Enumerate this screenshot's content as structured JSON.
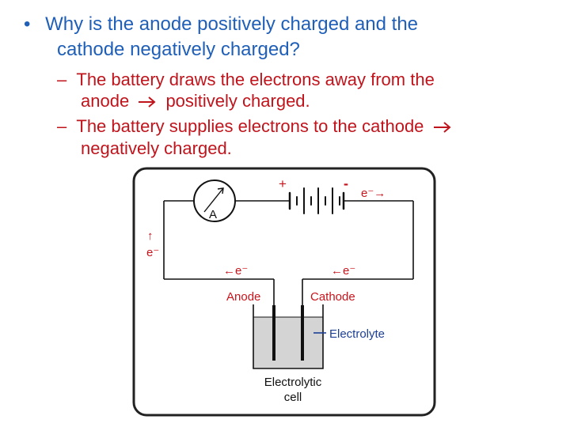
{
  "slide": {
    "bullet": "•",
    "question_line1": "Why is the anode positively charged and the",
    "question_line2": "cathode negatively charged?",
    "dash": "–",
    "answer1_line1": "The battery draws the electrons away from the",
    "answer1_line2": "anode",
    "answer1_line2_rest": "positively charged.",
    "answer2_line1": "The battery supplies electrons to the cathode",
    "answer2_line2": "negatively charged.",
    "accent_blue": "#1f5fb8",
    "accent_red": "#c0141c"
  },
  "diagram": {
    "ammeter_label": "A",
    "battery_plus": "+",
    "battery_minus": "-",
    "electron_top": "e⁻→",
    "electron_left_arrow": "↑",
    "electron_left": "e⁻",
    "electron_mid_left": "←e⁻",
    "electron_mid_right": "←e⁻",
    "anode_label": "Anode",
    "cathode_label": "Cathode",
    "electrolyte_label": "Electrolyte",
    "cell_label_line1": "Electrolytic",
    "cell_label_line2": "cell",
    "red_label_color": "#c8141c",
    "electrolyte_color": "#1c3f94"
  }
}
